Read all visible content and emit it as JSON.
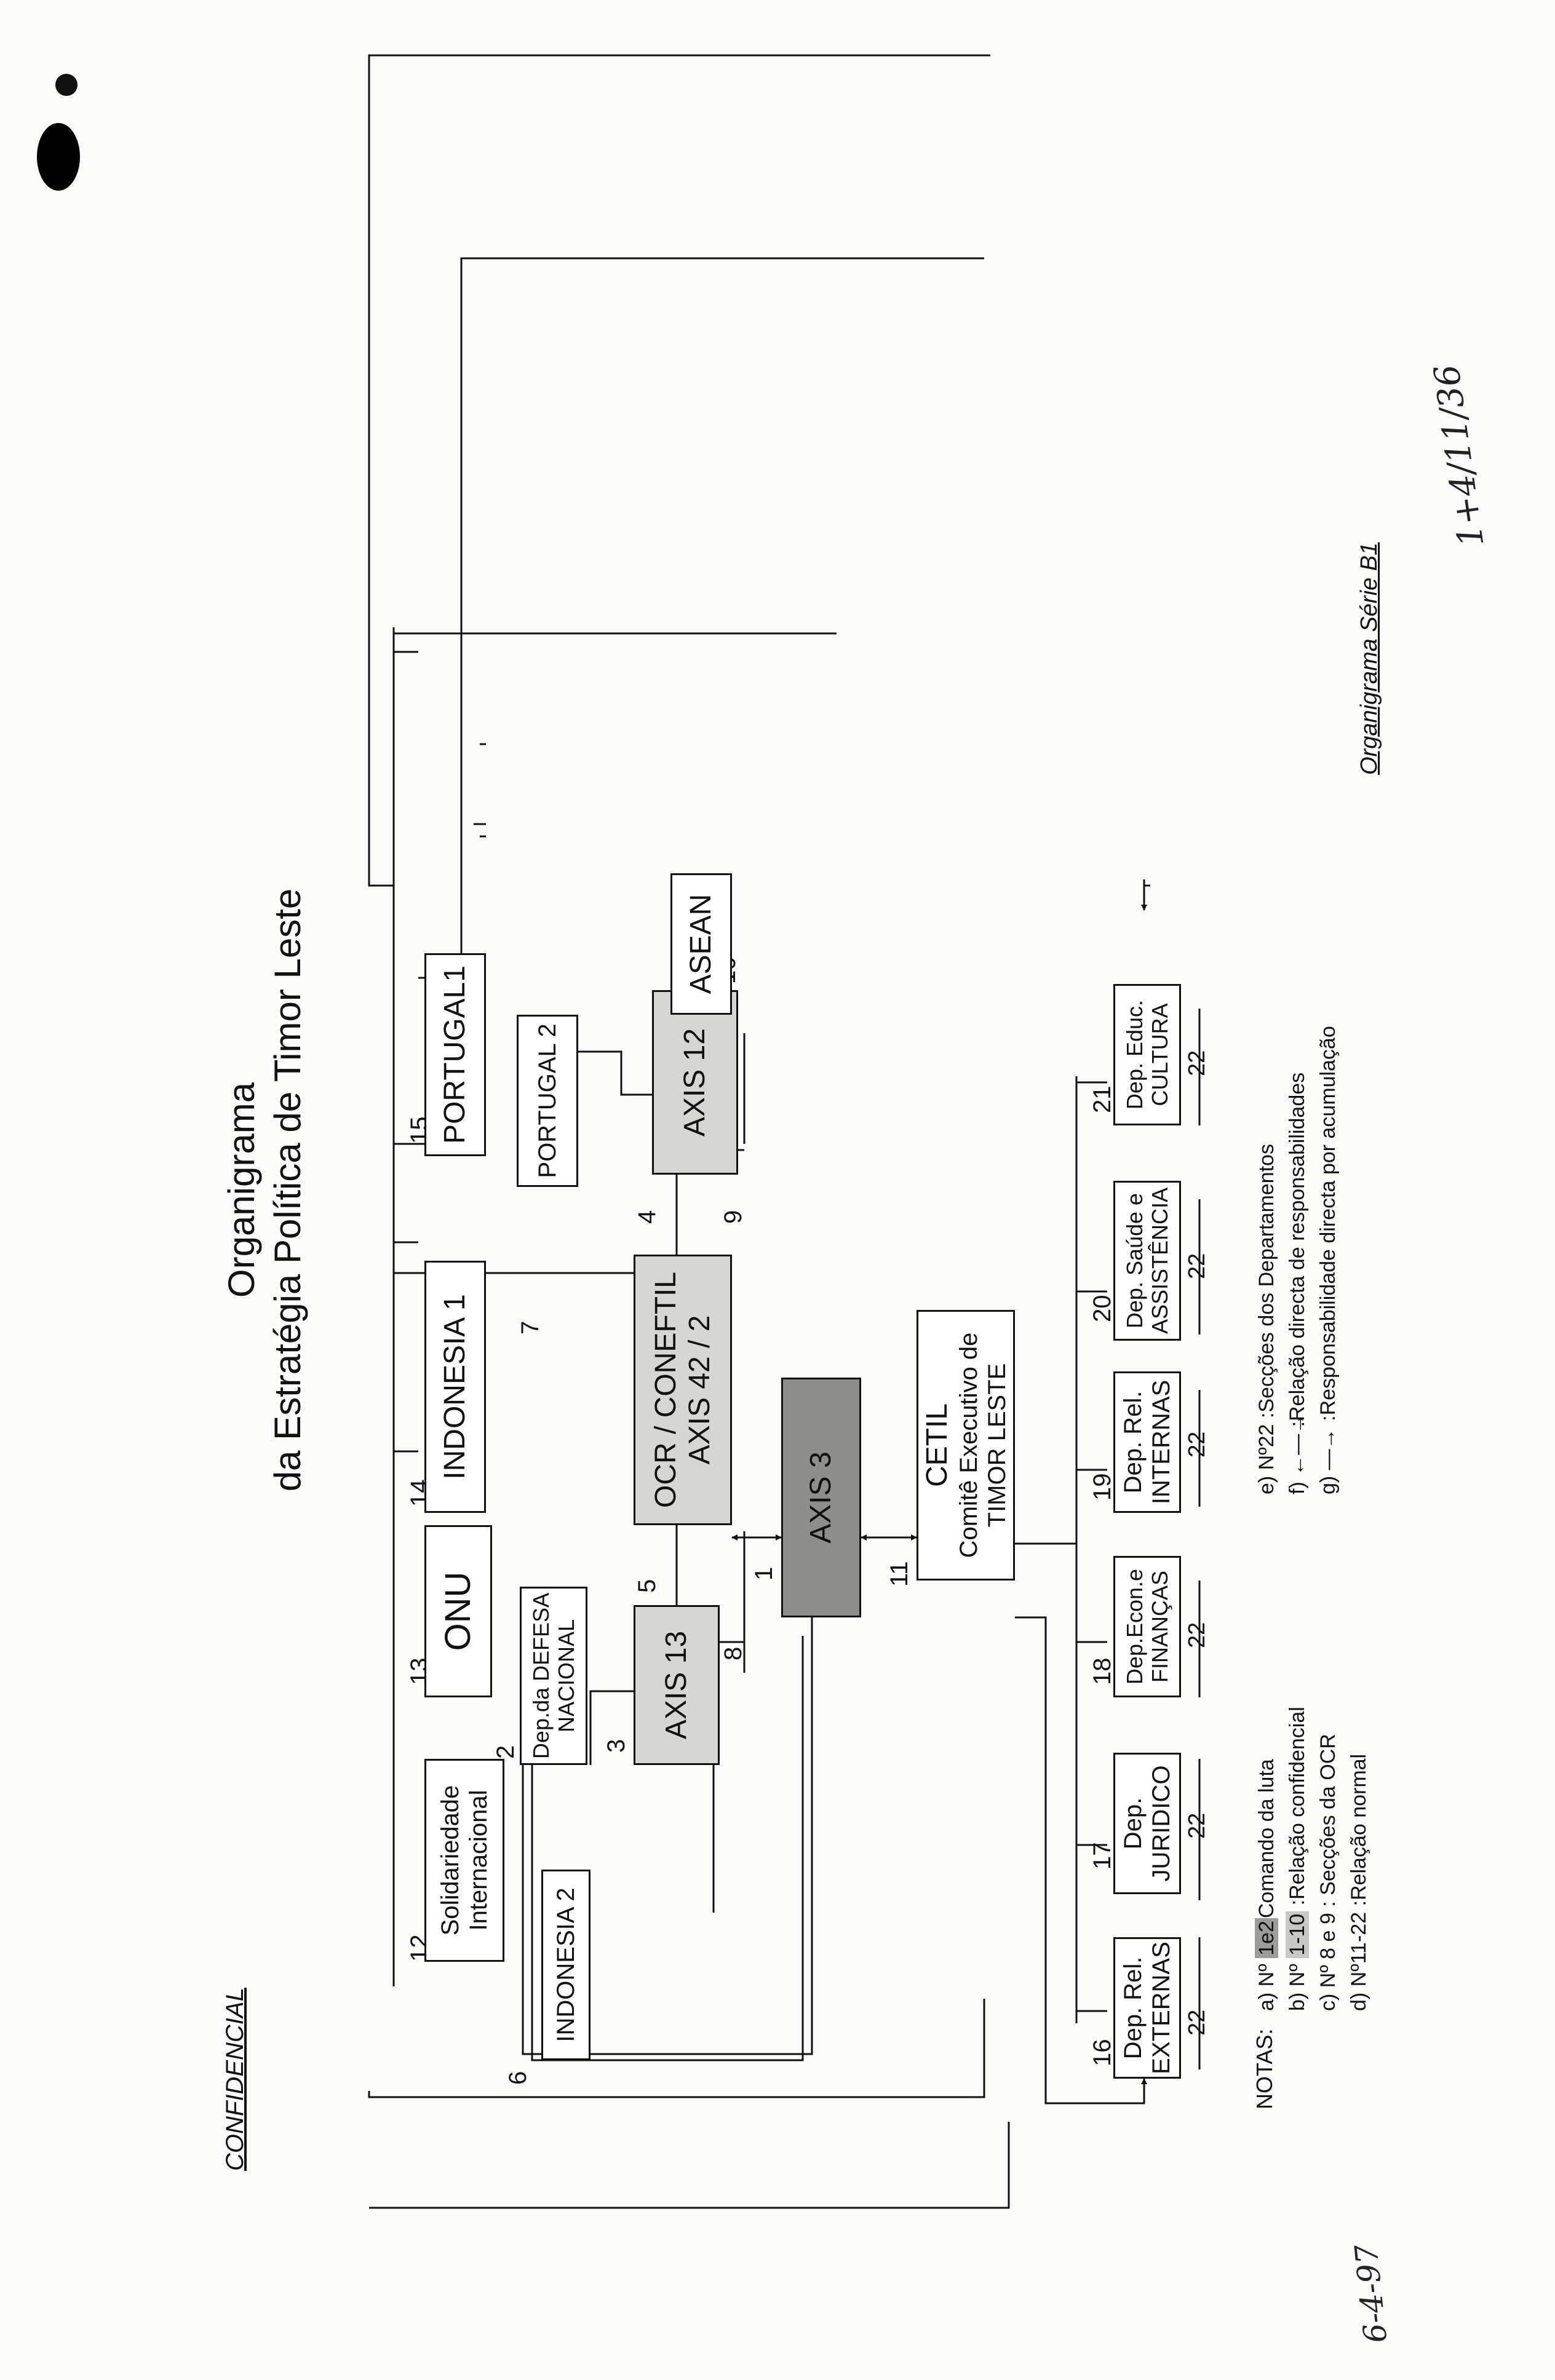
{
  "confidential": "CONFIDENCIAL",
  "title_line1": "Organigrama",
  "title_line2": "da Estratégia Política de Timor Leste",
  "serie": "Organigrama Série B1",
  "nodes": {
    "n1": {
      "num": "1",
      "l1": "AXIS 3",
      "l2": ""
    },
    "n2": {
      "num": "2",
      "l1": "Dep.da DEFESA",
      "l2": "NACIONAL"
    },
    "n3": {
      "num": "3",
      "l1": "AXIS 13",
      "l2": ""
    },
    "n4": {
      "num": "4",
      "l1": "AXIS 12",
      "l2": ""
    },
    "n5": {
      "num": "5",
      "l1": "OCR / CONEFTIL",
      "l2": "AXIS 42 / 2"
    },
    "n6": {
      "num": "6",
      "l1": "INDONESIA 2",
      "l2": ""
    },
    "n7": {
      "num": "7",
      "l1": "PORTUGAL 2",
      "l2": ""
    },
    "n8": {
      "num": "8"
    },
    "n9": {
      "num": "9"
    },
    "n10": {
      "num": "10",
      "l1": "ASEAN",
      "l2": ""
    },
    "n11": {
      "num": "11",
      "l1": "CETIL",
      "l2": "Comitê Executivo de",
      "l3": "TIMOR LESTE"
    },
    "n12": {
      "num": "12",
      "l1": "Solidariedade",
      "l2": "Internacional"
    },
    "n13": {
      "num": "13",
      "l1": "ONU",
      "l2": ""
    },
    "n14": {
      "num": "14",
      "l1": "INDONESIA 1",
      "l2": ""
    },
    "n15": {
      "num": "15",
      "l1": "PORTUGAL1",
      "l2": ""
    },
    "n16": {
      "num": "16",
      "l1": "Dep. Rel.",
      "l2": "EXTERNAS"
    },
    "n17": {
      "num": "17",
      "l1": "Dep.",
      "l2": "JURIDICO"
    },
    "n18": {
      "num": "18",
      "l1": "Dep.Econ.e",
      "l2": "FINANÇAS"
    },
    "n19": {
      "num": "19",
      "l1": "Dep. Rel.",
      "l2": "INTERNAS"
    },
    "n20": {
      "num": "20",
      "l1": "Dep. Saúde e",
      "l2": "ASSISTÊNCIA"
    },
    "n21": {
      "num": "21",
      "l1": "Dep. Educ.",
      "l2": "CULTURA"
    }
  },
  "sub22": "22",
  "notes": {
    "header": "NOTAS:",
    "a_key": "a) Nº",
    "a_hl": "1e2",
    "a_txt": "Comando da luta",
    "b_key": "b) Nº",
    "b_hl": "1-10",
    "b_txt": ":Relação confidencial",
    "c_key": "c) Nº 8 e 9",
    "c_txt": ": Secções da OCR",
    "d_key": "d) Nº11-22",
    "d_txt": ":Relação normal",
    "e_key": "e) Nº22",
    "e_txt": ":Secções dos Departamentos",
    "f_key": "f)",
    "f_txt": ":Relação directa de responsabilidades",
    "g_key": "g)",
    "g_txt": ":Responsabilidade directa por acumulação"
  },
  "handwriting": {
    "top": "1+4/11/36",
    "bottom": "6-4-97"
  }
}
